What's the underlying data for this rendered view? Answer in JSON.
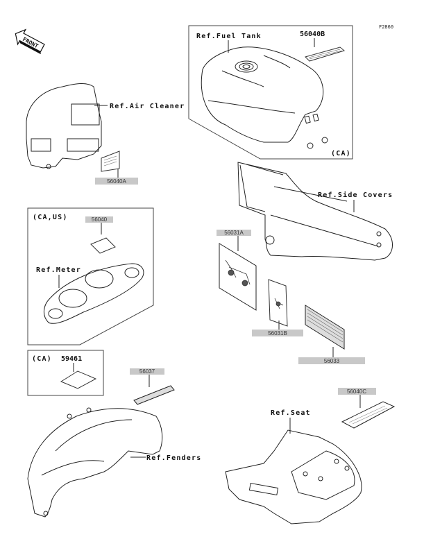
{
  "figure_id": "F2860",
  "front_indicator": "FRONT",
  "references": {
    "fuel_tank": "Ref.Fuel Tank",
    "air_cleaner": "Ref.Air Cleaner",
    "side_covers": "Ref.Side Covers",
    "meter": "Ref.Meter",
    "fenders": "Ref.Fenders",
    "seat": "Ref.Seat"
  },
  "regions": {
    "fuel_tank_box": "(CA)",
    "meter_box": "(CA,US)",
    "label_box": "(CA)"
  },
  "parts": {
    "p56040B": "56040B",
    "p56040A": "56040A",
    "p56040": "56040",
    "p56031A": "56031A",
    "p56031B": "56031B",
    "p56033": "56033",
    "p59461": "59461",
    "p56037": "56037",
    "p56040C": "56040C"
  }
}
